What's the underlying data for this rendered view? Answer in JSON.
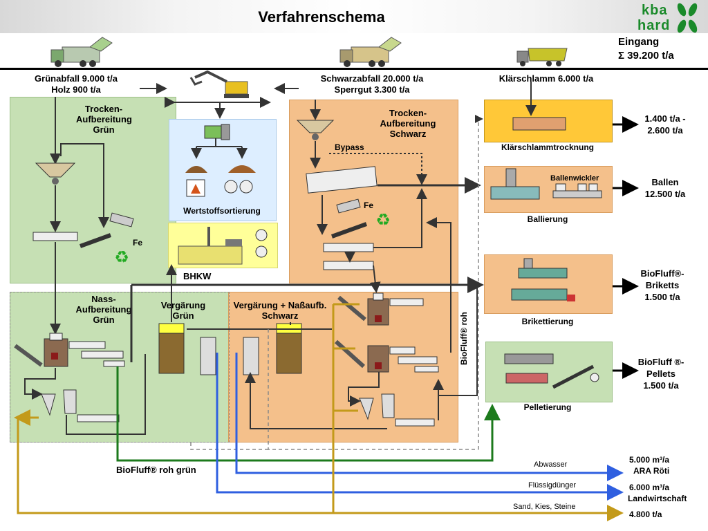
{
  "title": "Verfahrenschema",
  "logo": {
    "line1": "kba",
    "line2": "hard"
  },
  "eingang": {
    "label": "Eingang",
    "total": "Σ 39.200 t/a"
  },
  "inputs": {
    "gruen": {
      "line1": "Grünabfall 9.000 t/a",
      "line2": "Holz 900 t/a"
    },
    "schwarz": {
      "line1": "Schwarzabfall 20.000 t/a",
      "line2": "Sperrgut 3.300 t/a"
    },
    "klaer": {
      "line1": "Klärschlamm 6.000 t/a"
    }
  },
  "areas": {
    "trocken_gruen": {
      "line1": "Trocken-",
      "line2": "Aufbereitung",
      "line3": "Grün"
    },
    "trocken_schwarz": {
      "line1": "Trocken-",
      "line2": "Aufbereitung",
      "line3": "Schwarz"
    },
    "nass_gruen": {
      "line1": "Nass-",
      "line2": "Aufbereitung",
      "line3": "Grün"
    },
    "verg_gruen": {
      "line1": "Vergärung",
      "line2": "Grün"
    },
    "verg_schwarz": {
      "line1": "Vergärung + Naßaufb.",
      "line2": "Schwarz"
    },
    "wertstoff": "Wertstoffsortierung",
    "bhkw": "BHKW",
    "bypass": "Bypass",
    "fe1": "Fe",
    "fe2": "Fe",
    "biofluff_roh": "BioFluff® roh",
    "biofluff_roh_gruen": "BioFluff® roh grün"
  },
  "processes": {
    "klaerschlammtrocknung": "Klärschlammtrocknung",
    "ballierung": "Ballierung",
    "ballenwickler": "Ballenwickler",
    "brikettierung": "Brikettierung",
    "pelletierung": "Pelletierung"
  },
  "outputs": {
    "klaer": {
      "line1": "1.400 t/a -",
      "line2": "2.600 t/a"
    },
    "ballen": {
      "line1": "Ballen",
      "line2": "12.500 t/a"
    },
    "briketts": {
      "line1": "BioFluff®-",
      "line2": "Briketts",
      "line3": "1.500 t/a"
    },
    "pellets": {
      "line1": "BioFluff ®-",
      "line2": "Pellets",
      "line3": "1.500 t/a"
    },
    "abwasser": {
      "label": "Abwasser",
      "line1": "5.000 m³/a",
      "line2": "ARA Röti"
    },
    "fluessig": {
      "label": "Flüssigdünger",
      "line1": "6.000 m³/a",
      "line2": "Landwirtschaft"
    },
    "sand": {
      "label": "Sand, Kies, Steine",
      "line1": "4.800 t/a"
    }
  },
  "colors": {
    "green_area": "#c6e0b4",
    "orange_area": "#f4c08b",
    "blue_area": "#ddeeff",
    "yellow_area": "#ffff99",
    "gold_area": "#ffc838",
    "line_green": "#1c7a1c",
    "line_blue": "#2f5fe0",
    "line_gold": "#c39a1a",
    "line_dark": "#333333"
  }
}
